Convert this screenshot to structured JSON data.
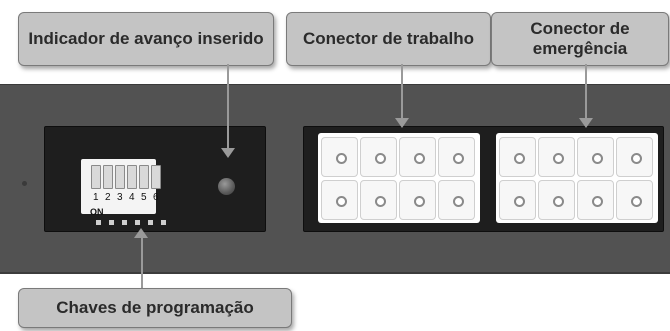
{
  "callouts": {
    "indicator": "Indicador de avanço inserido",
    "work_connector": "Conector de trabalho",
    "emergency_connector": "Conector de emergência",
    "dip_switches": "Chaves de programação"
  },
  "dip_switch": {
    "numbers": [
      "1",
      "2",
      "3",
      "4",
      "5",
      "6"
    ],
    "on_label": "ON"
  },
  "icons": {
    "indicator_led": "led-indicator-icon",
    "connector_pin": "terminal-pin-icon"
  },
  "colors": {
    "panel": "#525252",
    "well": "#1e1e1e",
    "callout_bg": "#c4c4c4",
    "connector": "#f7f7f7"
  }
}
